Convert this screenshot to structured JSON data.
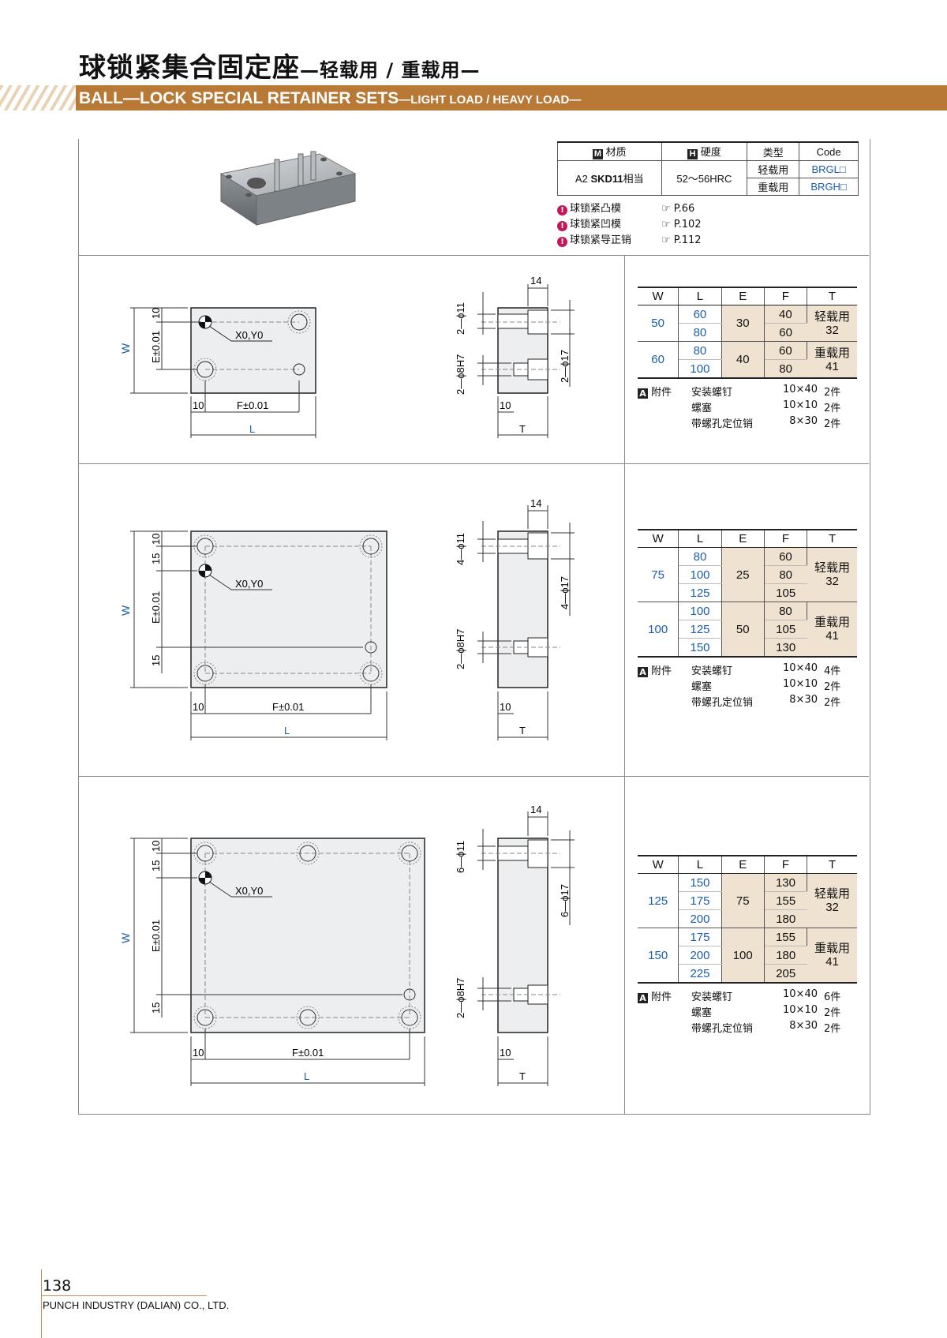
{
  "header": {
    "title_cn": "球锁紧集合固定座",
    "title_cn_sub": "—轻载用 / 重载用—",
    "title_en": "BALL—LOCK  SPECIAL  RETAINER SETS",
    "title_en_sub": "—LIGHT LOAD / HEAVY LOAD—"
  },
  "spec": {
    "h_material": "材质",
    "h_hardness": "硬度",
    "h_type": "类型",
    "h_code": "Code",
    "m_badge": "M",
    "h_badge": "H",
    "material_prefix": "A2",
    "material_bold": "SKD11",
    "material_suffix": "相当",
    "hardness": "52～56HRC",
    "type_light": "轻载用",
    "type_heavy": "重载用",
    "code_light": "BRGL□",
    "code_heavy": "BRGH□"
  },
  "refs": [
    {
      "label": "球锁紧凸模",
      "page": "P.66"
    },
    {
      "label": "球锁紧凹模",
      "page": "P.102"
    },
    {
      "label": "球锁紧导正销",
      "page": "P.112"
    }
  ],
  "drawing_labels": {
    "origin": "X0,Y0",
    "W": "W",
    "L": "L",
    "T": "T",
    "E": "E±0.01",
    "F": "F±0.01",
    "d10": "10",
    "d15": "15",
    "d14": "14",
    "set1": {
      "h11": "2—ϕ11",
      "h8": "2—ϕ8H7",
      "h17": "2—ϕ17"
    },
    "set2": {
      "h11": "4—ϕ11",
      "h8": "2—ϕ8H7",
      "h17": "4—ϕ17"
    },
    "set3": {
      "h11": "6—ϕ11",
      "h8": "2—ϕ8H7",
      "h17": "6—ϕ17"
    }
  },
  "table_headers": [
    "W",
    "L",
    "E",
    "F",
    "T"
  ],
  "tables": [
    {
      "groups": [
        {
          "W": "50",
          "E": "30",
          "T_type": "轻载用",
          "T": "32",
          "rows": [
            {
              "L": "60",
              "F": "40"
            },
            {
              "L": "80",
              "F": "60"
            }
          ]
        },
        {
          "W": "60",
          "E": "40",
          "T_type": "重载用",
          "T": "41",
          "rows": [
            {
              "L": "80",
              "F": "60"
            },
            {
              "L": "100",
              "F": "80"
            }
          ]
        }
      ],
      "accessories": {
        "badge": "A",
        "title": "附件",
        "items": [
          {
            "name": "安装螺钉",
            "size": "10×40",
            "qty": "2件"
          },
          {
            "name": "螺塞",
            "size": "10×10",
            "qty": "2件"
          },
          {
            "name": "带螺孔定位销",
            "size": "8×30",
            "qty": "2件"
          }
        ]
      }
    },
    {
      "groups": [
        {
          "W": "75",
          "E": "25",
          "T_type": "轻载用",
          "T": "32",
          "rows": [
            {
              "L": "80",
              "F": "60"
            },
            {
              "L": "100",
              "F": "80"
            },
            {
              "L": "125",
              "F": "105"
            }
          ]
        },
        {
          "W": "100",
          "E": "50",
          "T_type": "重载用",
          "T": "41",
          "rows": [
            {
              "L": "100",
              "F": "80"
            },
            {
              "L": "125",
              "F": "105"
            },
            {
              "L": "150",
              "F": "130"
            }
          ]
        }
      ],
      "accessories": {
        "badge": "A",
        "title": "附件",
        "items": [
          {
            "name": "安装螺钉",
            "size": "10×40",
            "qty": "4件"
          },
          {
            "name": "螺塞",
            "size": "10×10",
            "qty": "2件"
          },
          {
            "name": "带螺孔定位销",
            "size": "8×30",
            "qty": "2件"
          }
        ]
      }
    },
    {
      "groups": [
        {
          "W": "125",
          "E": "75",
          "T_type": "轻载用",
          "T": "32",
          "rows": [
            {
              "L": "150",
              "F": "130"
            },
            {
              "L": "175",
              "F": "155"
            },
            {
              "L": "200",
              "F": "180"
            }
          ]
        },
        {
          "W": "150",
          "E": "100",
          "T_type": "重载用",
          "T": "41",
          "rows": [
            {
              "L": "175",
              "F": "155"
            },
            {
              "L": "200",
              "F": "180"
            },
            {
              "L": "225",
              "F": "205"
            }
          ]
        }
      ],
      "accessories": {
        "badge": "A",
        "title": "附件",
        "items": [
          {
            "name": "安装螺钉",
            "size": "10×40",
            "qty": "6件"
          },
          {
            "name": "螺塞",
            "size": "10×10",
            "qty": "2件"
          },
          {
            "name": "带螺孔定位销",
            "size": "8×30",
            "qty": "2件"
          }
        ]
      }
    }
  ],
  "footer": {
    "page": "138",
    "company": "PUNCH INDUSTRY (DALIAN) CO., LTD."
  }
}
